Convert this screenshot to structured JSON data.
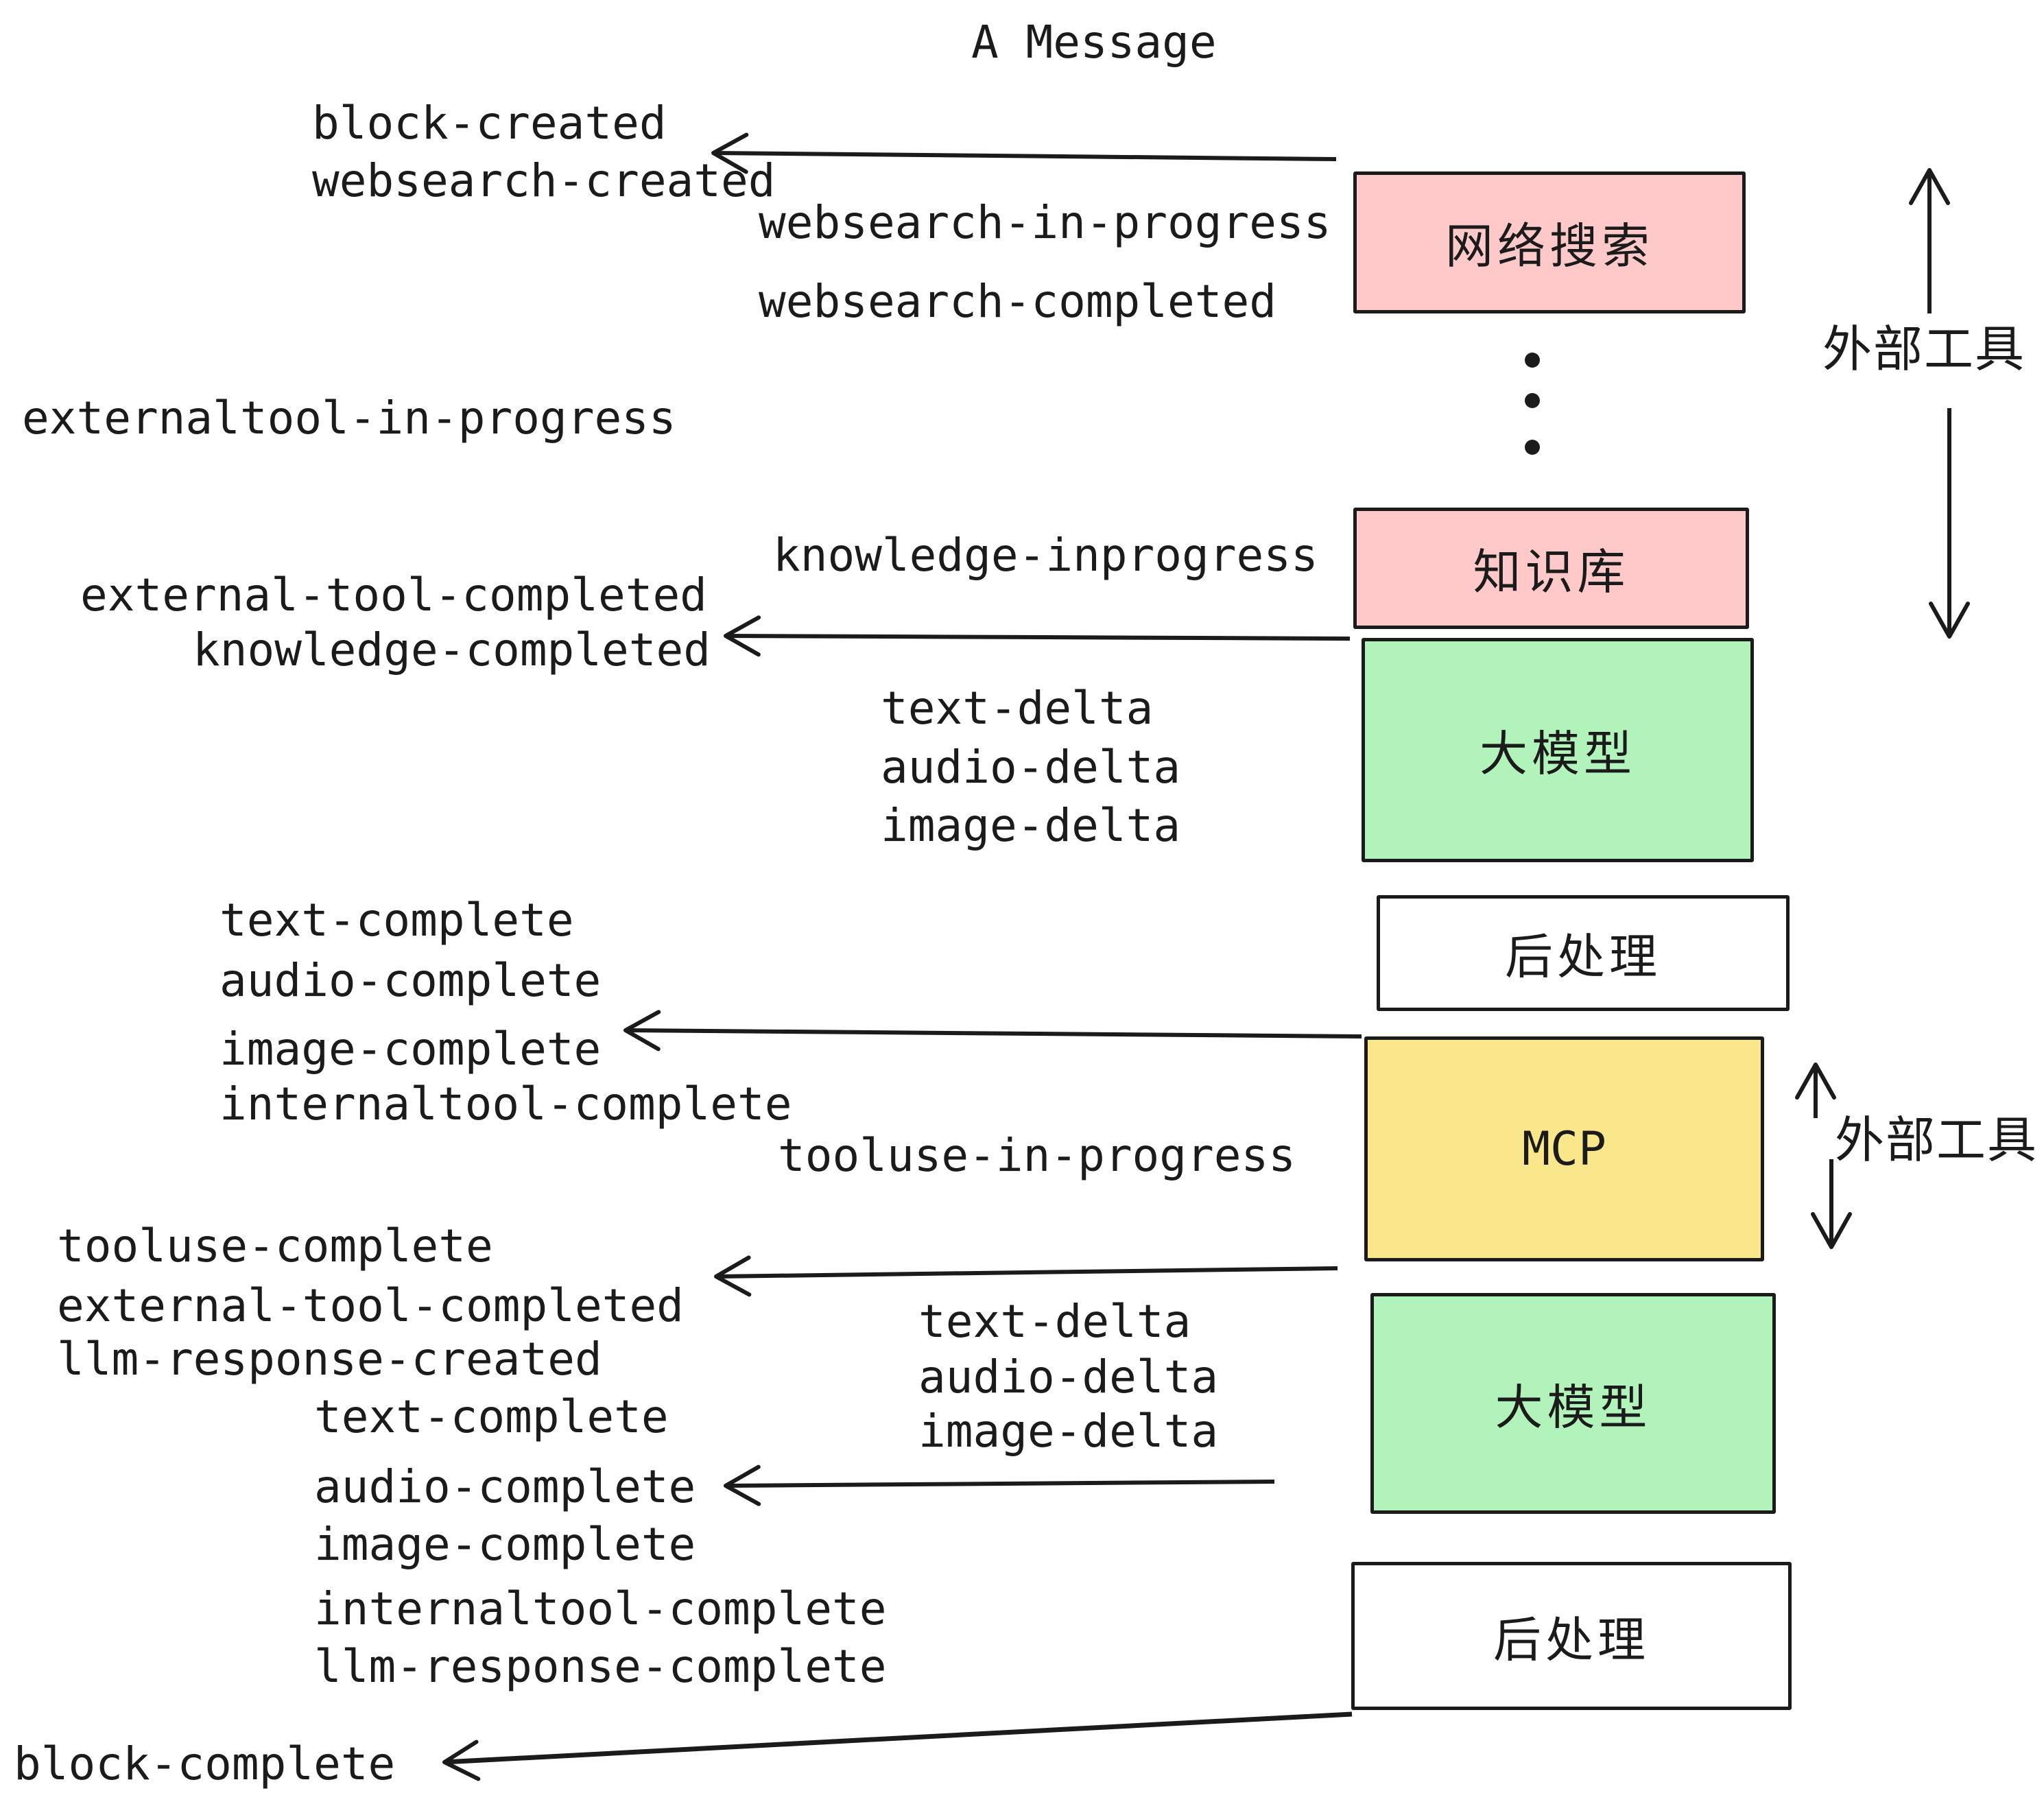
{
  "title": "A Message",
  "colors": {
    "ink": "#1B1B1B",
    "box_pink": "#FFC9C9",
    "box_green": "#B2F2BB",
    "box_yellow": "#FAE78C",
    "box_white": "#FFFFFF"
  },
  "boxes": {
    "websearch": {
      "label": "网络搜索"
    },
    "knowledge": {
      "label": "知识库"
    },
    "llm_top": {
      "label": "大模型"
    },
    "post_top": {
      "label": "后处理"
    },
    "mcp": {
      "label": "MCP"
    },
    "llm_bottom": {
      "label": "大模型"
    },
    "post_bottom": {
      "label": "后处理"
    }
  },
  "side_labels": {
    "external_tool_top": "外部工具",
    "external_tool_bottom": "外部工具"
  },
  "icons": {
    "continuation_dots": "vertical-ellipsis"
  },
  "events": {
    "block_created": "block-created",
    "websearch_created": "websearch-created",
    "websearch_in_progress": "websearch-in-progress",
    "websearch_completed": "websearch-completed",
    "externaltool_in_progress": "externaltool-in-progress",
    "knowledge_inprogress": "knowledge-inprogress",
    "external_tool_completed_1": "external-tool-completed",
    "knowledge_completed": "knowledge-completed",
    "text_delta_1": "text-delta",
    "audio_delta_1": "audio-delta",
    "image_delta_1": "image-delta",
    "text_complete_1": "text-complete",
    "audio_complete_1": "audio-complete",
    "image_complete_1": "image-complete",
    "internaltool_complete_1": "internaltool-complete",
    "tooluse_in_progress": "tooluse-in-progress",
    "tooluse_complete": "tooluse-complete",
    "external_tool_completed_2": "external-tool-completed",
    "llm_response_created": "llm-response-created",
    "text_complete_2": "text-complete",
    "text_delta_2": "text-delta",
    "audio_delta_2": "audio-delta",
    "image_delta_2": "image-delta",
    "audio_complete_2": "audio-complete",
    "image_complete_2": "image-complete",
    "internaltool_complete_2": "internaltool-complete",
    "llm_response_complete": "llm-response-complete",
    "block_complete": "block-complete"
  }
}
